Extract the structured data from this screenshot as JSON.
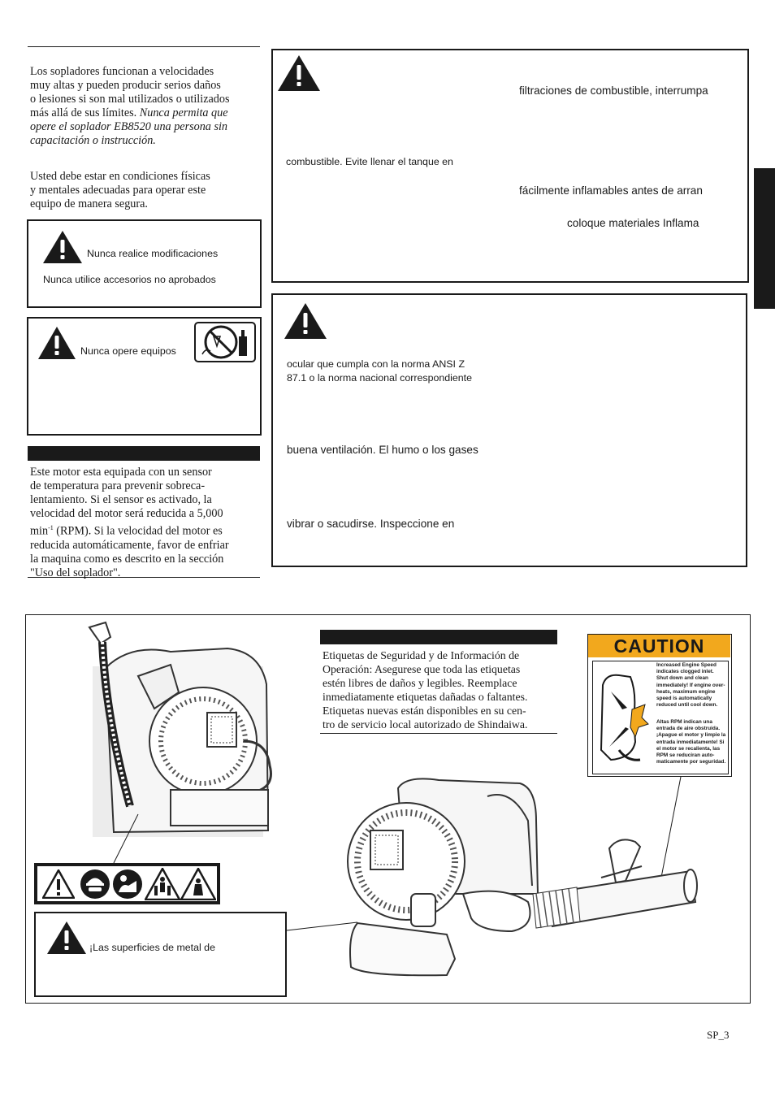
{
  "intro": {
    "p1_normal": "Los sopladores funcionan a velocidades muy altas y pueden producir serios daños o lesiones si son mal utilizados o utilizados más allá de sus límites. ",
    "p1_lines": [
      "Los sopladores funcionan a velocidades",
      "muy altas y pueden producir serios daños",
      "o lesiones si son mal utilizados o utilizados",
      "más allá de sus límites. "
    ],
    "p1_italic_lines": [
      "Nunca permita que",
      "opere el soplador EB8520 una persona sin",
      "capacitación o instrucción."
    ],
    "p2_lines": [
      "Usted debe estar en condiciones físicas",
      "y mentales adecuadas para operar este",
      "equipo de manera segura."
    ]
  },
  "warning_mods": {
    "line1": "Nunca realice modificaciones",
    "line2": "Nunca utilice accesorios no aprobados"
  },
  "warning_drugs": {
    "line1": "Nunca opere equipos"
  },
  "sensor": {
    "lines": [
      "Este motor esta equipada con un sensor",
      "de temperatura para prevenir sobreca-",
      "lentamiento. Si el sensor es activado, la",
      "velocidad del motor será reducida a 5,000"
    ],
    "min_unit": "min",
    "min_sup": "-1",
    "after_min": " (RPM). Si la velocidad del motor es",
    "lines2": [
      "reducida automáticamente, favor de enfriar",
      "la maquina como es descrito en la sección",
      "\"Uso del soplador\"."
    ]
  },
  "fuel_warning": {
    "t1": "filtraciones de combustible, interrumpa",
    "t2": "combustible. Evite llenar el tanque en",
    "t3": "fácilmente inflamables antes de arran",
    "t4": "coloque materiales Inflama"
  },
  "eye_warning": {
    "t1": "ocular que cumpla con la norma ANSI Z",
    "t2": "87.1 o la norma nacional correspondiente",
    "t3": "buena ventilación. El humo o los gases",
    "t4": "vibrar o sacudirse. Inspeccione en"
  },
  "labels_section": {
    "lines": [
      "Etiquetas de Seguridad y de Información de",
      "Operación: Asegurese que toda las etiquetas",
      "estén libres de daños y legibles.  Reemplace",
      "inmediatamente etiquetas dañadas o faltantes.",
      "Etiquetas nuevas están disponibles en su cen-",
      "tro de servicio local autorizado de Shindaiwa."
    ]
  },
  "caution_decal": {
    "title": "CAUTION",
    "en_lines": [
      "Increased Engine Speed",
      "indicates clogged inlet.",
      "Shut down and clean",
      "immediately! If engine over-",
      "heats, maximum engine",
      "speed is automatically",
      "reduced until cool down."
    ],
    "es_lines": [
      "Altas RPM indican una",
      "entrada de aire obstruida.",
      "¡Apague el motor y limpie la",
      "entrada inmediatamente! Si",
      "el motor se recalienta, las",
      "RPM se reduciran auto-",
      "maticamente por seguridad."
    ],
    "accent": "#f2a81d"
  },
  "hot_warning": {
    "text": "¡Las superficies de metal de"
  },
  "footer": {
    "page": "SP_3"
  },
  "icons": [
    "warning-triangle-icon",
    "hard-hat-icon",
    "manual-icon",
    "bystander-icon",
    "hot-surface-icon",
    "no-drugs-alcohol-icon"
  ]
}
